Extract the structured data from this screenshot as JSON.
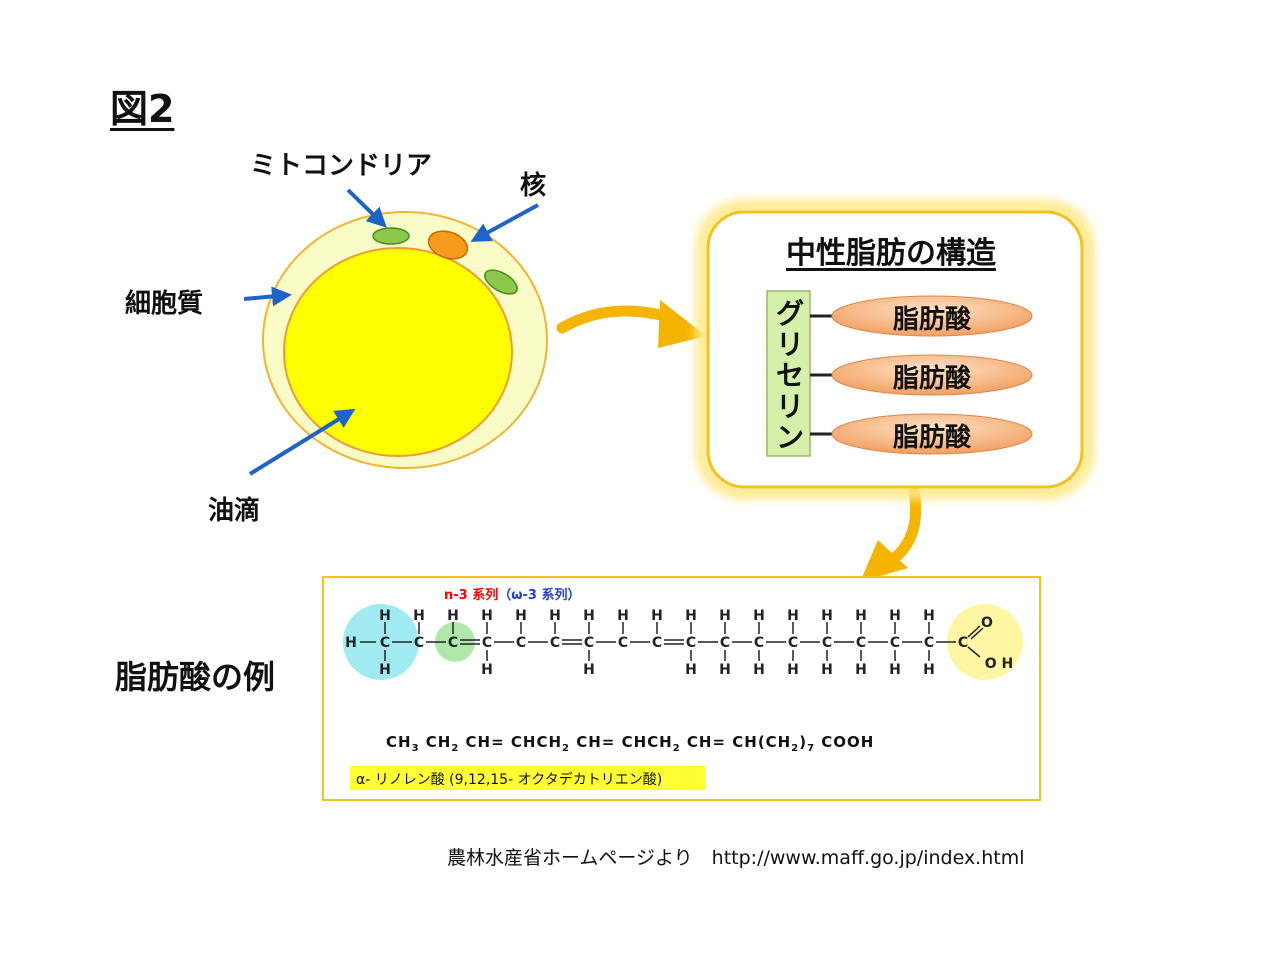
{
  "figure": {
    "title": "図2"
  },
  "cell": {
    "labels": {
      "mitochondria": "ミトコンドリア",
      "nucleus": "核",
      "cytoplasm": "細胞質",
      "oil_droplet": "油滴"
    }
  },
  "structure": {
    "title": "中性脂肪の構造",
    "glycerol": "グリセリン",
    "fatty_acids": [
      "脂肪酸",
      "脂肪酸",
      "脂肪酸"
    ]
  },
  "fatty_acid_example": {
    "label": "脂肪酸の例",
    "series_n3": "n-3 系列",
    "series_omega": "（ω-3 系列）",
    "formula": {
      "p1": "CH",
      "s1": "3",
      "p2": "CH",
      "s2": "2",
      "p3": "CH= CHCH",
      "s3": "2",
      "p4": "CH= CHCH",
      "s4": "2",
      "p5": "CH= CH(CH",
      "s5": "2",
      "p6": ")",
      "s6": "7",
      "p7": "COOH"
    },
    "name": "α- リノレン酸 (9,12,15- オクタデカトリエン酸)"
  },
  "source": "農林水産省ホームページより　http://www.maff.go.jp/index.html",
  "colors": {
    "arrow_blue": "#1e64c8",
    "arrow_orange": "#f5b400",
    "oil_yellow": "#ffff00",
    "cyto_fill": "#fafcc8",
    "cell_outline": "#f2b430",
    "mito_green": "#8cc84b",
    "nucleus_orange": "#f59b1e",
    "glycerol_green": "#d5f0a8",
    "fatty_acid_peach": "#f7b98a"
  }
}
